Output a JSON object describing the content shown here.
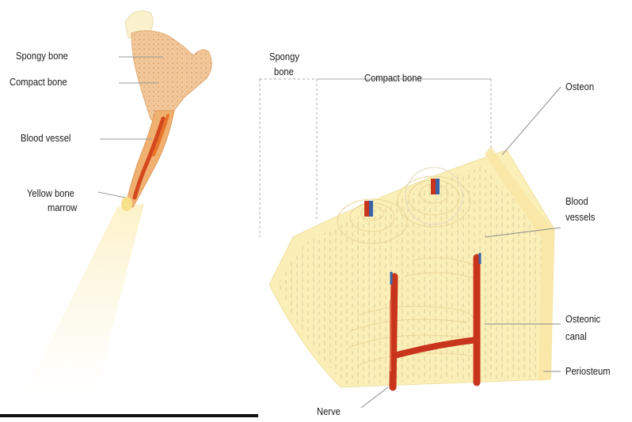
{
  "femur_diagram": {
    "labels": {
      "spongy_bone": "Spongy bone",
      "compact_bone": "Compact bone",
      "blood_vessel": "Blood vessel",
      "yellow_bone_marrow_line1": "Yellow bone",
      "yellow_bone_marrow_line2": "marrow"
    }
  },
  "cross_section_diagram": {
    "labels": {
      "spongy_bone_line1": "Spongy",
      "spongy_bone_line2": "bone",
      "compact_bone": "Compact bone",
      "osteon": "Osteon",
      "blood_vessels_line1": "Blood",
      "blood_vessels_line2": "vessels",
      "osteonic_canal_line1": "Osteonic",
      "osteonic_canal_line2": "canal",
      "periosteum": "Periosteum",
      "nerve": "Nerve"
    }
  },
  "colors": {
    "bone_fill": "#fbefb8",
    "spongy_fill": "#f2c89a",
    "vessel_red": "#c8341c",
    "vessel_blue": "#3a63a8",
    "marrow_orange": "#e8742a",
    "leader_line": "#8a8a8a"
  }
}
